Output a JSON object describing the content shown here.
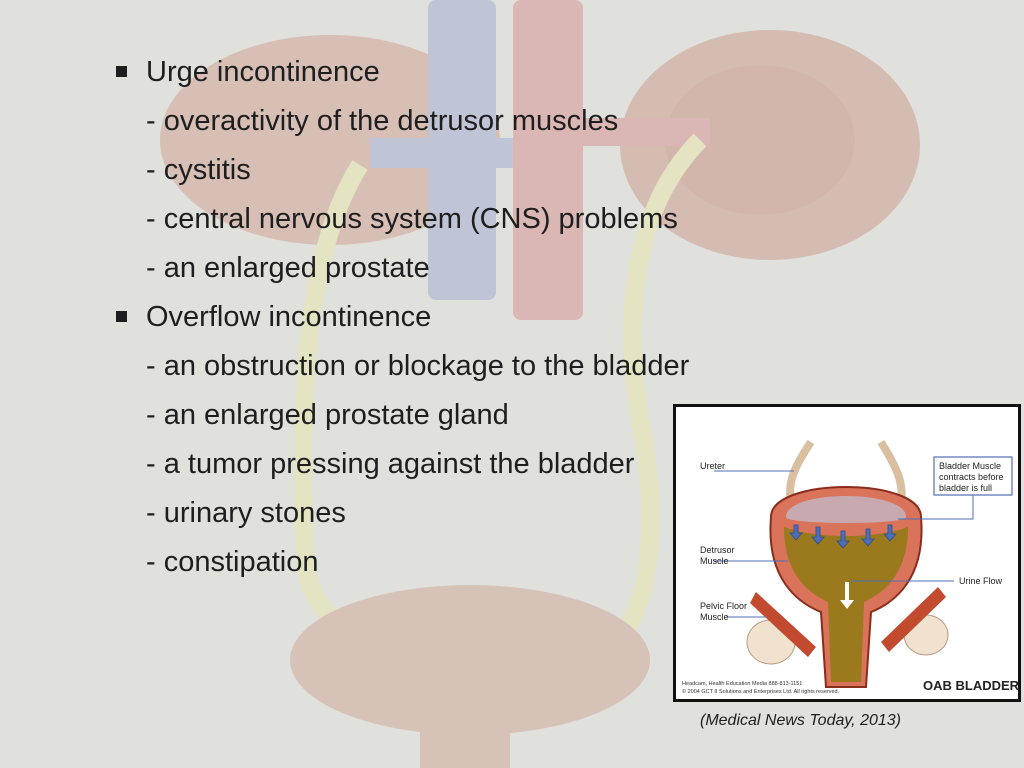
{
  "colors": {
    "background": "#dcdcd8",
    "text": "#1e1e1e",
    "vein": "#7b8fbf",
    "artery": "#c76a6a",
    "ureter": "#e6e39a",
    "kidney": "#c48a7a"
  },
  "bullets": [
    {
      "heading": "Urge incontinence",
      "items": [
        "- overactivity of the detrusor muscles",
        "- cystitis",
        "- central nervous system (CNS) problems",
        "- an enlarged prostate"
      ]
    },
    {
      "heading": "Overflow incontinence",
      "items": [
        "- an obstruction or blockage to the bladder",
        "- an enlarged prostate gland",
        "- a tumor pressing against the bladder",
        "- urinary stones",
        "- constipation"
      ]
    }
  ],
  "figure": {
    "labels": {
      "ureter": "Ureter",
      "detrusor_1": "Detrusor",
      "detrusor_2": "Muscle",
      "pelvic_1": "Pelvic Floor",
      "pelvic_2": "Muscle",
      "urine_flow": "Urine Flow",
      "callout_1": "Bladder Muscle",
      "callout_2": "contracts before",
      "callout_3": "bladder is full",
      "title": "OAB BLADDER",
      "credit_1": "Headcam, Health Education Media 888-813-1151",
      "credit_2": "© 2004 GCT II Solutions and Enterprises Ltd. All rights reserved."
    }
  },
  "caption": "(Medical News Today, 2013)"
}
